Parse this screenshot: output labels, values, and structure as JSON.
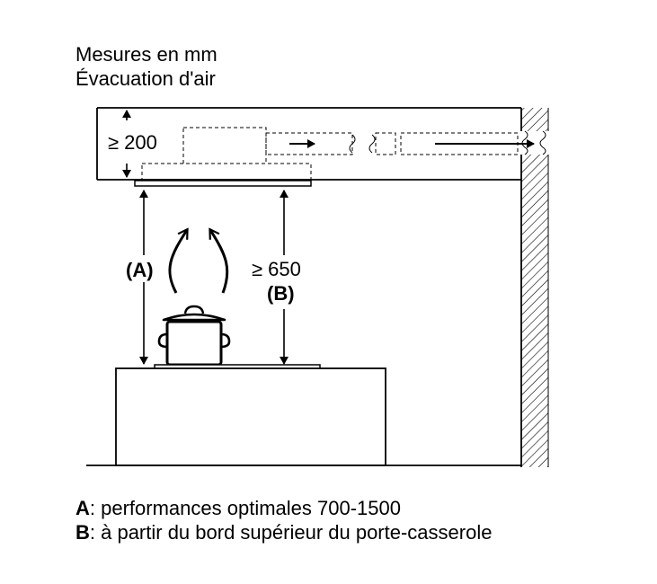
{
  "header": {
    "line1": "Mesures en mm",
    "line2": "Évacuation d'air"
  },
  "dimensions": {
    "ceiling_clearance": "≥ 200",
    "label_a": "(A)",
    "min_height": "≥ 650",
    "label_b": "(B)"
  },
  "legend": {
    "a_key": "A",
    "a_text": ": performances optimales 700-1500",
    "b_key": "B",
    "b_text": ": à partir du bord supérieur du porte-casserole"
  }
}
